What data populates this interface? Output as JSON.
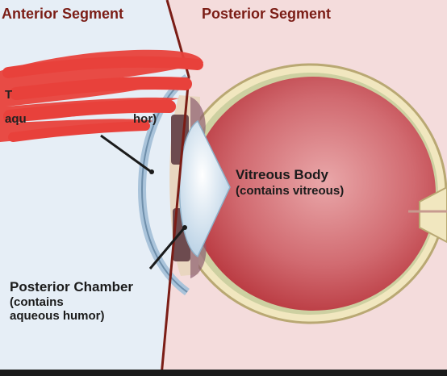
{
  "headers": {
    "anterior": "Anterior Segment",
    "posterior": "Posterior Segment"
  },
  "labels": {
    "vitreous_title": "Vitreous Body",
    "vitreous_sub": "(contains vitreous)",
    "posterior_chamber_title": "Posterior Chamber",
    "posterior_chamber_sub1": "(contains",
    "posterior_chamber_sub2": "aqueous humor)",
    "anterior_chamber_partial_1": "T",
    "anterior_chamber_partial_2": "aqu",
    "anterior_chamber_partial_3": "hor)"
  },
  "colors": {
    "anterior_bg": "#e6eef6",
    "posterior_bg": "#f4dcdc",
    "divider": "#7b1d16",
    "header_text": "#7b1d16",
    "sclera": "#f1e7bf",
    "retina_red": "#c4454c",
    "redaction": "#e8413b"
  }
}
